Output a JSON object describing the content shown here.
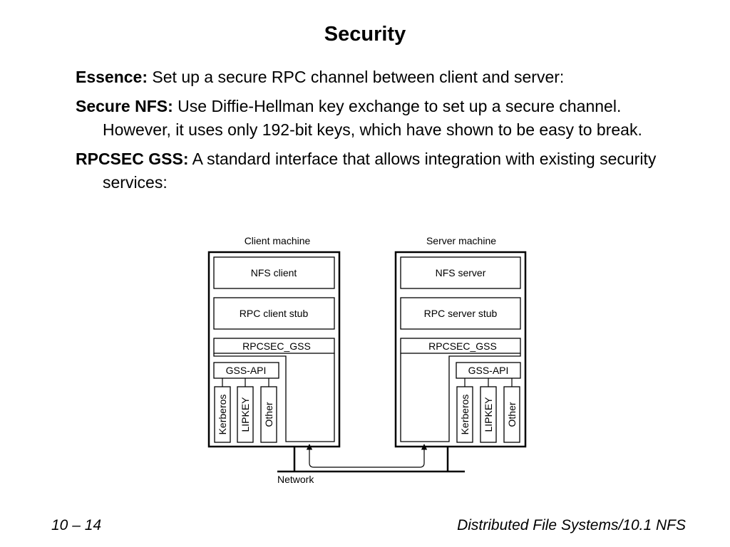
{
  "slide": {
    "title": "Security",
    "bullets": [
      {
        "term": "Essence:",
        "text": "Set up a secure RPC channel between client and server:"
      },
      {
        "term": "Secure NFS:",
        "text": "Use Diffie-Hellman key exchange to set up a secure channel. However, it uses only 192-bit keys, which have shown to be easy to break."
      },
      {
        "term": "RPCSEC GSS:",
        "text": "A standard interface that allows integration with existing security services:"
      }
    ]
  },
  "diagram": {
    "client": {
      "caption": "Client machine",
      "top": "NFS client",
      "stub": "RPC client stub",
      "rpcsec": "RPCSEC_GSS",
      "gssapi": "GSS-API",
      "mechanisms": [
        "Kerberos",
        "LIPKEY",
        "Other"
      ]
    },
    "server": {
      "caption": "Server machine",
      "top": "NFS server",
      "stub": "RPC server stub",
      "rpcsec": "RPCSEC_GSS",
      "gssapi": "GSS-API",
      "mechanisms": [
        "Kerberos",
        "LIPKEY",
        "Other"
      ]
    },
    "network_label": "Network"
  },
  "footer": {
    "left": "10 – 14",
    "right": "Distributed File Systems/10.1 NFS"
  }
}
